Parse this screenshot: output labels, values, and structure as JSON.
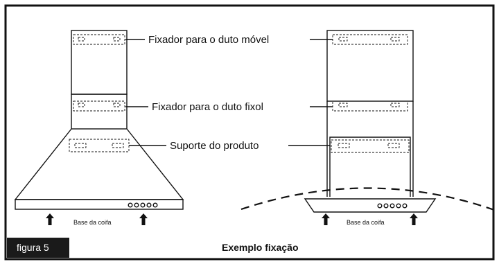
{
  "labels": {
    "moving_duct": "Fixador para o duto móvel",
    "fixed_duct": "Fixador para o duto fixol",
    "support": "Suporte do produto",
    "base_left": "Base da coifa",
    "base_right": "Base da coifa"
  },
  "footer": {
    "figure_tag": "figura 5",
    "caption": "Exemplo fixação"
  },
  "colors": {
    "figure_tag_bg": "#1a1a1a",
    "line": "#111111",
    "background": "#ffffff"
  },
  "icons": {
    "arrow": "up-arrow-icon",
    "buttons": "control-button-icon"
  }
}
